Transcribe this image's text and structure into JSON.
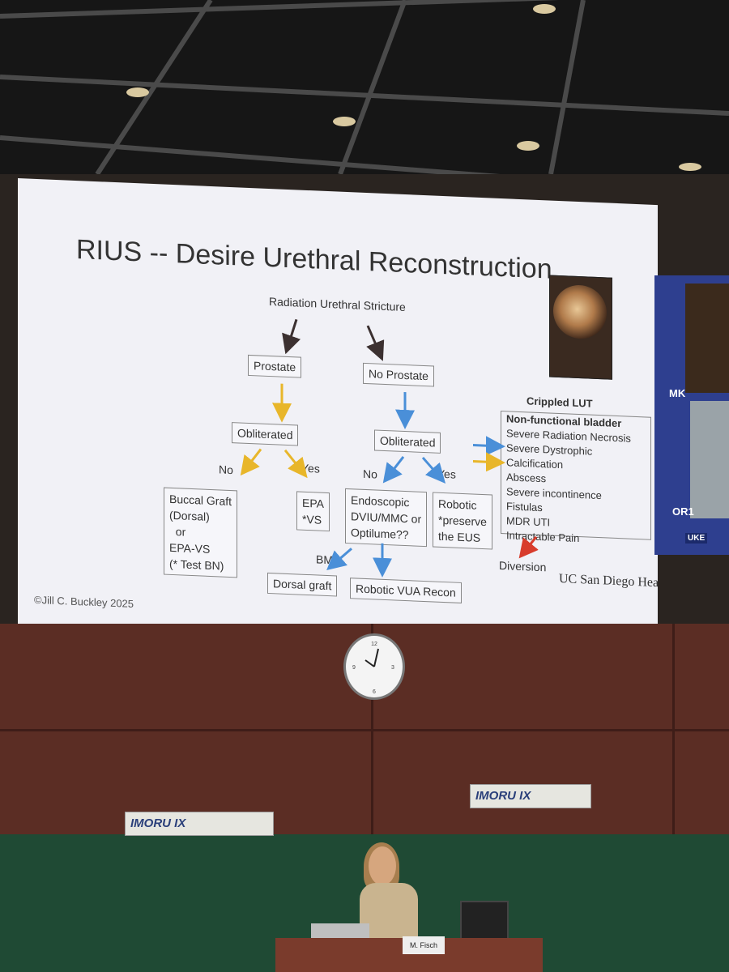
{
  "slide": {
    "title": "RIUS --  Desire Urethral Reconstruction",
    "root": "Radiation Urethral Stricture",
    "prostate": "Prostate",
    "no_prostate": "No Prostate",
    "obliterated_left": "Obliterated",
    "obliterated_right": "Obliterated",
    "no_left": "No",
    "yes_left": "Yes",
    "no_right": "No",
    "yes_right": "Yes",
    "buccal": [
      "Buccal Graft",
      "(Dorsal)",
      "  or",
      "EPA-VS",
      "(* Test BN)"
    ],
    "epa": [
      "EPA",
      "*VS"
    ],
    "endoscopic": [
      "Endoscopic",
      "DVIU/MMC or",
      "Optilume??"
    ],
    "robotic": [
      "Robotic",
      "*preserve",
      "the EUS"
    ],
    "bm": "BM",
    "dorsal_graft": "Dorsal graft",
    "robotic_vua": "Robotic VUA Recon",
    "crippled_title": "Crippled LUT",
    "crippled_items": [
      "Non-functional bladder",
      "Severe Radiation Necrosis",
      "Severe Dystrophic Calcification",
      "Abscess",
      "Severe incontinence",
      "Fistulas",
      "MDR UTI",
      "Intractable Pain"
    ],
    "diversion": "Diversion",
    "brand": "UC San Diego Health",
    "copyright": "©Jill C. Buckley 2025"
  },
  "side_screen": {
    "label_top": "MK",
    "label_bottom": "OR1",
    "logo": "UKE"
  },
  "banners": {
    "left": "IMORU IX",
    "right": "IMORU IX"
  },
  "nameplate": "M. Fisch",
  "colors": {
    "arrow_dark": "#3b3030",
    "arrow_yellow": "#e8b62a",
    "arrow_blue": "#4a8fd8",
    "arrow_red": "#d83c2c"
  }
}
